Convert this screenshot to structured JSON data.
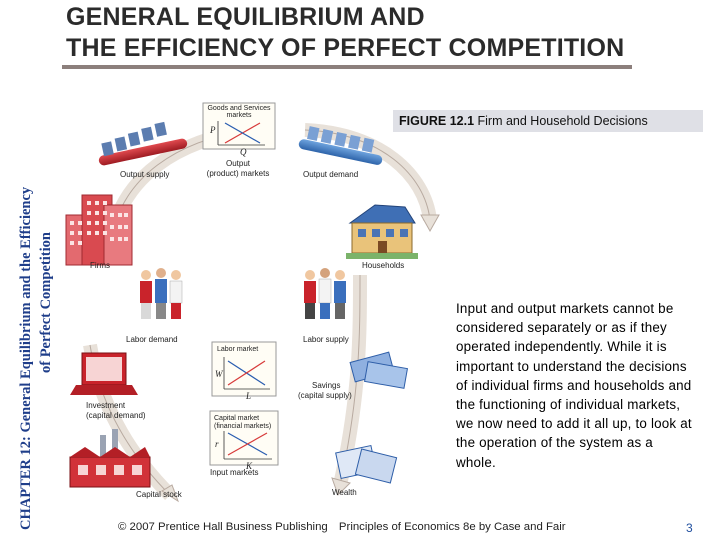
{
  "side_title": {
    "line1": "CHAPTER 12: General Equilibrium and the Efficiency",
    "line2": "of Perfect Competition"
  },
  "title": {
    "line1": "GENERAL EQUILIBRIUM AND",
    "line2": "THE EFFICIENCY OF PERFECT COMPETITION"
  },
  "figure_caption": {
    "number": "FIGURE 12.1",
    "text": "Firm and Household Decisions"
  },
  "diagram": {
    "goods_market_title_1": "Goods and Services",
    "goods_market_title_2": "markets",
    "goods_axis_p": "P",
    "goods_axis_q": "Q",
    "output_markets_1": "Output",
    "output_markets_2": "(product) markets",
    "output_supply": "Output supply",
    "output_demand": "Output demand",
    "firms": "Firms",
    "households": "Households",
    "labor_demand": "Labor demand",
    "labor_supply": "Labor supply",
    "labor_market": "Labor market",
    "labor_axis_w": "W",
    "labor_axis_l": "L",
    "investment_1": "Investment",
    "investment_2": "(capital demand)",
    "savings_1": "Savings",
    "savings_2": "(capital supply)",
    "capital_market_1": "Capital market",
    "capital_market_2": "(financial markets)",
    "capital_axis_r": "r",
    "capital_axis_k": "K",
    "input_markets": "Input markets",
    "capital_stock": "Capital stock",
    "wealth": "Wealth"
  },
  "description": "Input and output markets cannot be considered separately or as if they operated independently.  While it is important to understand the decisions of individual firms and households and the functioning of individual markets, we now need to add it all up, to look at the operation of the system as a whole.",
  "footer": {
    "copyright": "© 2007 Prentice Hall Business Publishing",
    "book": "Principles of Economics 8e by Case and Fair",
    "page": "3"
  },
  "colors": {
    "side_title": "#1f3e8a",
    "arrow_fill": "#e8e1d9",
    "arrow_stroke": "#b8aaa0",
    "conveyor": "#c9232b",
    "supply_curve": "#d73a3a",
    "demand_curve": "#2a5db0",
    "figure_caption_bg": "#dfe0e6",
    "page_number": "#1f4e9e"
  }
}
